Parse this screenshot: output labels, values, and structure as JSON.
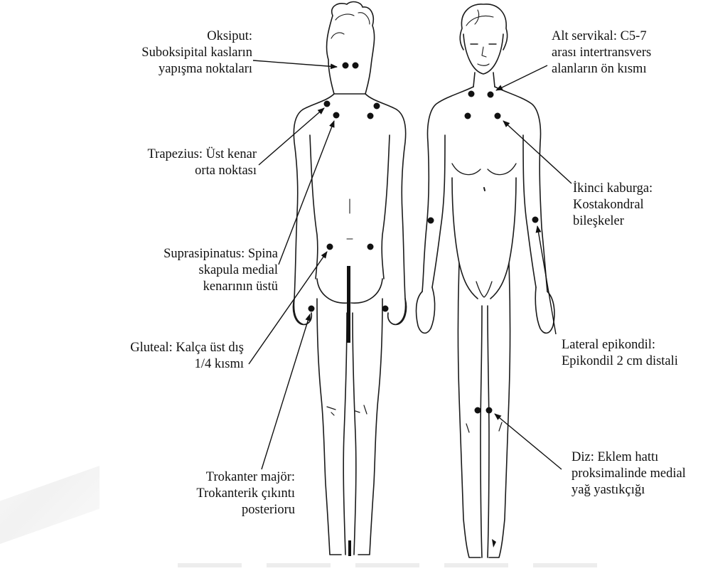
{
  "labels": {
    "oksiput": {
      "title": "Oksiput:",
      "lines": [
        "Suboksipital kasların",
        "yapışma noktaları"
      ]
    },
    "trapezius": {
      "title": "Trapezius: Üst kenar",
      "lines": [
        "orta noktası"
      ]
    },
    "suprasipinatus": {
      "title": "Suprasipinatus: Spina",
      "lines": [
        "skapula medial",
        "kenarının üstü"
      ]
    },
    "gluteal": {
      "title": "Gluteal: Kalça üst dış",
      "lines": [
        "1/4 kısmı"
      ]
    },
    "trokanter": {
      "title": "Trokanter majör:",
      "lines": [
        "Trokanterik çıkıntı",
        "posterioru"
      ]
    },
    "alt_servikal": {
      "title": "Alt servikal: C5-7",
      "lines": [
        "arası intertransvers",
        "alanların ön kısmı"
      ]
    },
    "ikinci_kaburga": {
      "title": "İkinci kaburga:",
      "lines": [
        "Kostakondral",
        "bileşkeler"
      ]
    },
    "lateral_epikondil": {
      "title": "Lateral epikondil:",
      "lines": [
        "Epikondil 2 cm distali"
      ]
    },
    "diz": {
      "title": "Diz: Eklem hattı",
      "lines": [
        "proksimalinde medial",
        "yağ yastıkçığı"
      ]
    }
  },
  "colors": {
    "line": "#1a1a1a",
    "point": "#111111",
    "background": "#ffffff"
  }
}
